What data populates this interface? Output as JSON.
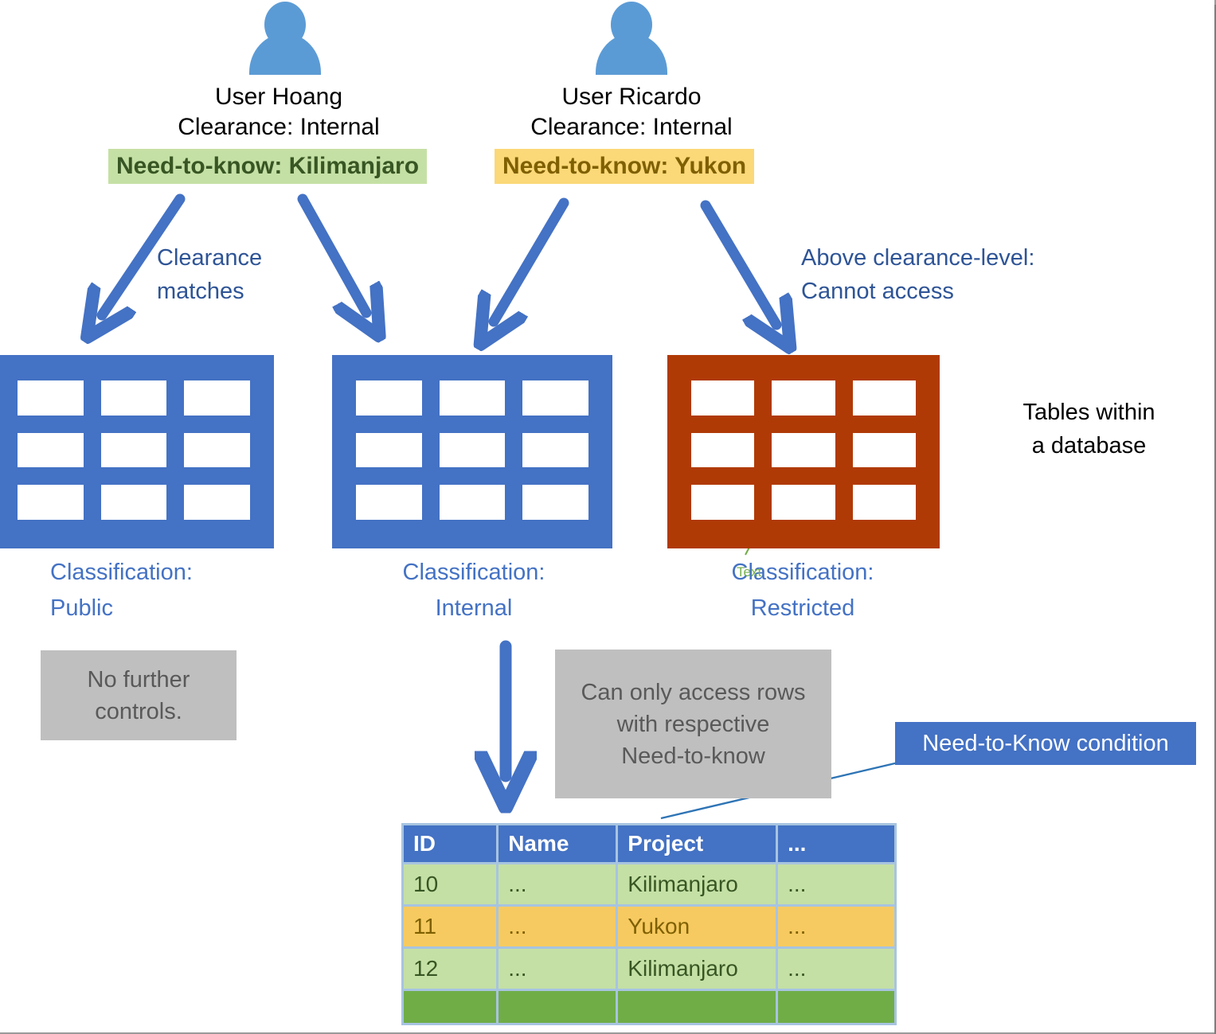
{
  "diagram": {
    "title_note": "Tables within\na database",
    "users": [
      {
        "icon": "person-icon",
        "name": "User Hoang",
        "clearance": "Clearance: Internal",
        "need_to_know": "Need-to-know: Kilimanjaro",
        "highlight_color": "#c5e0a5",
        "text_color": "#375623"
      },
      {
        "icon": "person-icon",
        "name": "User Ricardo",
        "clearance": "Clearance: Internal",
        "need_to_know": "Need-to-know: Yukon",
        "highlight_color": "#fbd878",
        "text_color": "#7f6000"
      }
    ],
    "arrow_labels": {
      "clearance_matches": "Clearance\nmatches",
      "above_clearance": "Above clearance-level:\nCannot access"
    },
    "tables": [
      {
        "classification_line1": "Classification:",
        "classification_line2": "Public",
        "color": "#4472c4",
        "state": "accessible"
      },
      {
        "classification_line1": "Classification:",
        "classification_line2": "Internal",
        "color": "#4472c4",
        "state": "accessible"
      },
      {
        "classification_line1": "Classification:",
        "classification_line2": "Restricted",
        "color": "#b03a06",
        "state": "denied"
      }
    ],
    "tables_side_note_line1": "Tables within",
    "tables_side_note_line2": "a database",
    "text_artifact": "Text",
    "notes": [
      {
        "id": "no-further-controls",
        "line1": "No further",
        "line2": "controls.",
        "bg": "#bfbfbf",
        "fg": "#595959"
      },
      {
        "id": "row-level-access",
        "line1": "Can only access rows",
        "line2": "with respective",
        "line3": "Need-to-know",
        "bg": "#bfbfbf",
        "fg": "#595959"
      }
    ],
    "callout": {
      "label": "Need-to-Know condition",
      "bg": "#4472c4",
      "fg": "#ffffff"
    },
    "data_table": {
      "headers": [
        "ID",
        "Name",
        "Project",
        "..."
      ],
      "rows": [
        {
          "cells": [
            "10",
            "...",
            "Kilimanjaro",
            "..."
          ],
          "style": "green"
        },
        {
          "cells": [
            "11",
            "...",
            "Yukon",
            "..."
          ],
          "style": "amber"
        },
        {
          "cells": [
            "12",
            "...",
            "Kilimanjaro",
            "..."
          ],
          "style": "green"
        }
      ],
      "header_bg": "#4472c4",
      "green_bg": "#c5e0a5",
      "amber_bg": "#f6ca60"
    },
    "colors": {
      "accent_blue": "#4472c4",
      "person_blue": "#5b9bd5",
      "arrow_blue": "#4472c4",
      "restricted_red": "#b03a06",
      "note_grey": "#bfbfbf"
    }
  }
}
